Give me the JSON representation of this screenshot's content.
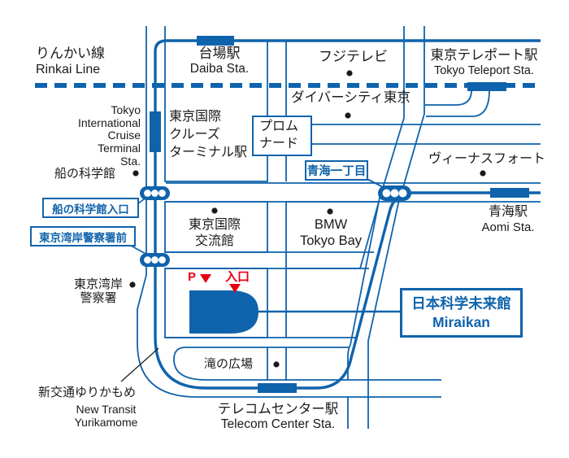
{
  "title": "Miraikan access map",
  "colors": {
    "line_blue": "#0f63ac",
    "accent_red": "#e60012",
    "text_black": "#1a1a1a",
    "background": "#ffffff"
  },
  "labels": {
    "rinkai_ja": "りんかい線",
    "rinkai_en": "Rinkai Line",
    "daiba_ja": "台場駅",
    "daiba_en": "Daiba Sta.",
    "fujitv": "フジテレビ",
    "teleport_ja": "東京テレポート駅",
    "teleport_en": "Tokyo Teleport Sta.",
    "divercity": "ダイバーシティ東京",
    "cruise_en": "Tokyo\nInternational\nCruise Terminal\nSta.",
    "cruise_ja": "東京国際\nクルーズ\nターミナル駅",
    "promenade": "プロム\nナード",
    "venusfort": "ヴィーナスフォート",
    "fune_museum": "船の科学館",
    "aomi_itchome": "青海一丁目",
    "fune_entrance_stop": "船の科学館入口",
    "police_stop": "東京湾岸警察署前",
    "koryukan": "東京国際\n交流館",
    "bmw": "BMW\nTokyo Bay",
    "aomi_ja": "青海駅",
    "aomi_en": "Aomi Sta.",
    "police_hq": "東京湾岸\n警察署",
    "parking": "P",
    "entrance": "入口",
    "miraikan_ja": "日本科学未来館",
    "miraikan_en": "Miraikan",
    "taki_plaza": "滝の広場",
    "yurikamome_ja": "新交通ゆりかもめ",
    "yurikamome_en": "New Transit\nYurikamome",
    "telecom_ja": "テレコムセンター駅",
    "telecom_en": "Telecom Center Sta."
  }
}
